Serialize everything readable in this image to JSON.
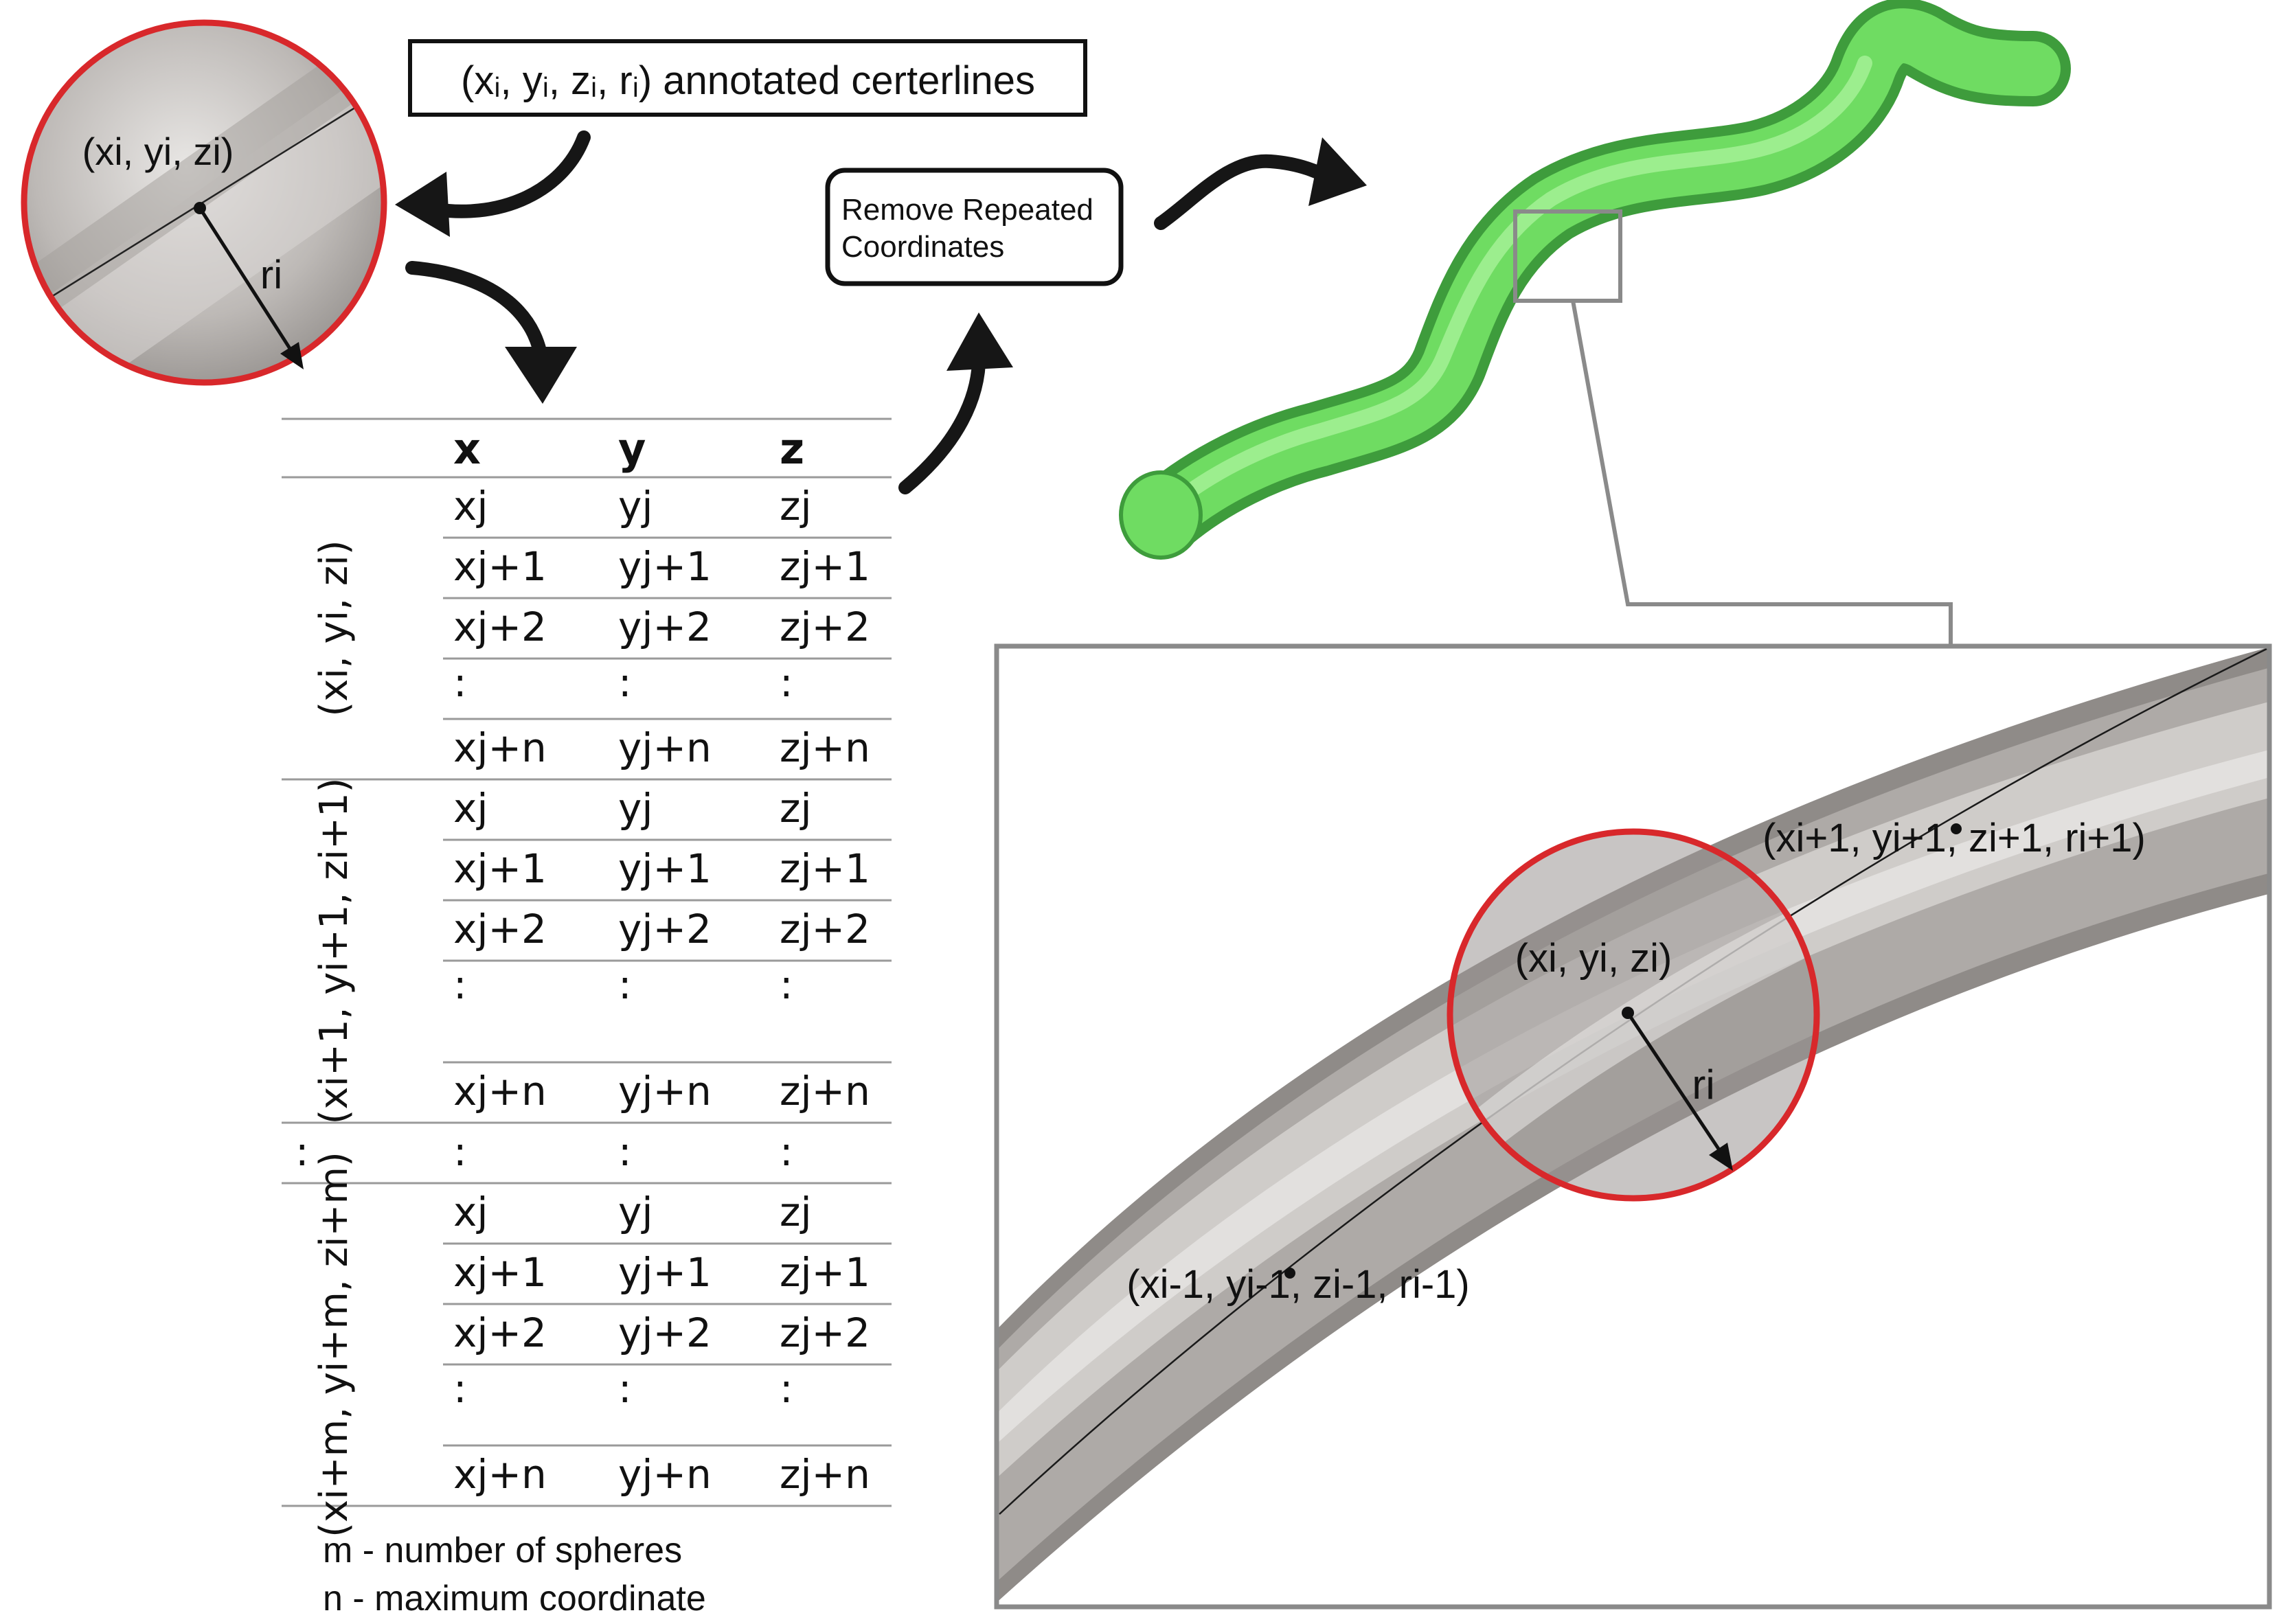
{
  "top_box": {
    "text": "(xᵢ, yᵢ, zᵢ, rᵢ) annotated certerlines"
  },
  "remove_box": {
    "line1": "Remove Repeated",
    "line2": "Coordinates"
  },
  "small_circle": {
    "center_label": "(xi, yi, zi)",
    "radius_label": "ri"
  },
  "table": {
    "headers": [
      "x",
      "y",
      "z"
    ],
    "group_labels": [
      "(xi, yi, zi)",
      "(xi+1, yi+1, zi+1)",
      ":",
      "(xi+m, yi+m, zi+m)"
    ],
    "rows": [
      [
        "xj",
        "yj",
        "zj"
      ],
      [
        "xj+1",
        "yj+1",
        "zj+1"
      ],
      [
        "xj+2",
        "yj+2",
        "zj+2"
      ],
      [
        ":",
        ":",
        ":"
      ],
      [
        "xj+n",
        "yj+n",
        "zj+n"
      ]
    ],
    "ellipsis": ":"
  },
  "legend": {
    "m": "m - number of spheres",
    "n": "n - maximum coordinate"
  },
  "zoom": {
    "center_label": "(xi, yi, zi)",
    "radius_label": "ri",
    "next_label": "(xi+1, yi+1, zi+1, ri+1)",
    "prev_label": "(xi-1, yi-1, zi-1, ri-1)"
  },
  "colors": {
    "circle_red": "#d8282b",
    "vessel_green": "#6fdc62",
    "vessel_dark": "#3e9c3c",
    "tube_gray": "#b9b6b3",
    "frame_gray": "#8a8a8a"
  }
}
